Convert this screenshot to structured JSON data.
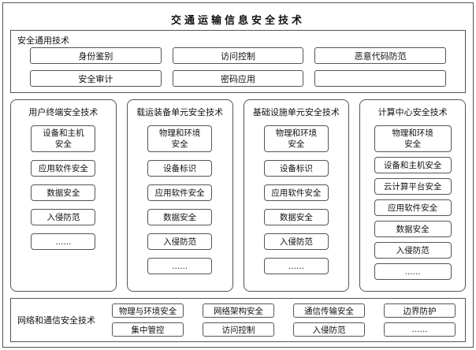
{
  "title": "交通运输信息安全技术",
  "general": {
    "label": "安全通用技术",
    "row1": [
      "身份鉴别",
      "访问控制",
      "恶意代码防范"
    ],
    "row2": [
      "安全审计",
      "密码应用",
      ""
    ]
  },
  "columns": [
    {
      "label": "用户终端安全技术",
      "items": [
        "设备和主机\n安全",
        "应用软件安全",
        "数据安全",
        "入侵防范",
        "......"
      ]
    },
    {
      "label": "载运装备单元安全技术",
      "items": [
        "物理和环境\n安全",
        "设备标识",
        "应用软件安全",
        "数据安全",
        "入侵防范",
        "......"
      ]
    },
    {
      "label": "基础设施单元安全技术",
      "items": [
        "物理和环境\n安全",
        "设备标识",
        "应用软件安全",
        "数据安全",
        "入侵防范",
        "......"
      ]
    },
    {
      "label": "计算中心安全技术",
      "items": [
        "物理和环境\n安全",
        "设备和主机安全",
        "云计算平台安全",
        "应用软件安全",
        "数据安全",
        "入侵防范",
        "......"
      ]
    }
  ],
  "network": {
    "label": "网络和通信安全技术",
    "row1": [
      "物理与环境安全",
      "网络架构安全",
      "通信传输安全",
      "边界防护"
    ],
    "row2": [
      "集中管控",
      "访问控制",
      "入侵防范",
      "......"
    ]
  }
}
